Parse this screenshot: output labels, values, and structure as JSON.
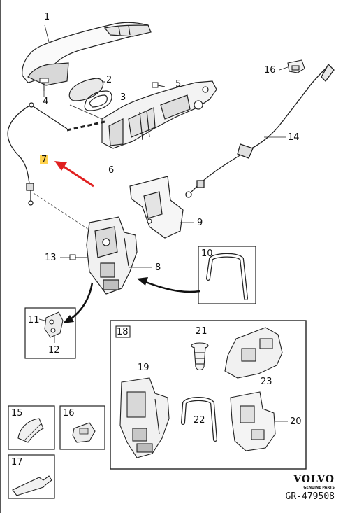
{
  "callouts": {
    "c1": "1",
    "c2": "2",
    "c3": "3",
    "c4": "4",
    "c5": "5",
    "c6": "6",
    "c7": "7",
    "c8": "8",
    "c9": "9",
    "c10": "10",
    "c11": "11",
    "c12": "12",
    "c13": "13",
    "c14": "14",
    "c15": "15",
    "c16": "16",
    "c16b": "16",
    "c17": "17",
    "c18": "18",
    "c19": "19",
    "c20": "20",
    "c21": "21",
    "c22": "22",
    "c23": "23"
  },
  "brand": {
    "name": "VOLVO",
    "tagline": "GENUINE PARTS",
    "code": "GR-479508"
  },
  "colors": {
    "highlight": "#ffd24d",
    "arrow": "#e02020",
    "line": "#222222"
  }
}
